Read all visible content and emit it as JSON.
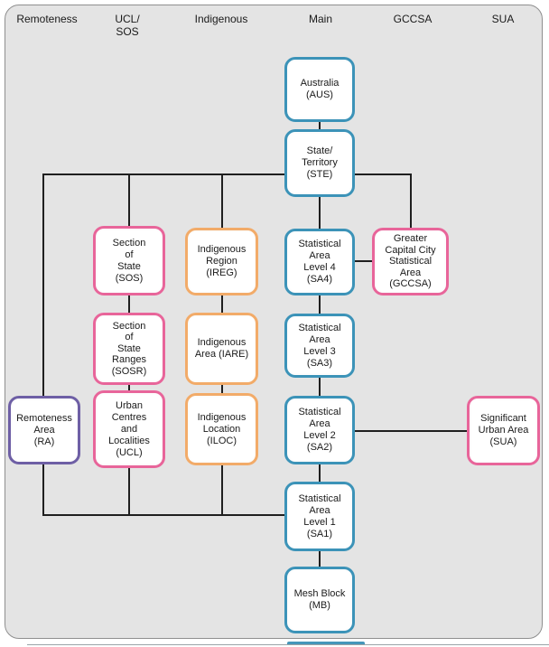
{
  "headers": {
    "remoteness": "Remoteness",
    "ucl_sos": "UCL/\nSOS",
    "indigenous": "Indigenous",
    "main": "Main",
    "gccsa": "GCCSA",
    "sua": "SUA"
  },
  "boxes": {
    "aus": "Australia\n(AUS)",
    "ste": "State/\nTerritory\n(STE)",
    "sa4": "Statistical\nArea\nLevel 4\n(SA4)",
    "sa3": "Statistical\nArea\nLevel 3\n(SA3)",
    "sa2": "Statistical\nArea\nLevel 2\n(SA2)",
    "sa1": "Statistical\nArea\nLevel 1\n(SA1)",
    "mb": "Mesh Block\n(MB)",
    "gccsa": "Greater\nCapital City\nStatistical\nArea\n(GCCSA)",
    "sua": "Significant\nUrban Area\n(SUA)",
    "sos": "Section\nof\nState\n(SOS)",
    "sosr": "Section\nof\nState\nRanges\n(SOSR)",
    "ucl": "Urban\nCentres\nand\nLocalities\n(UCL)",
    "ireg": "Indigenous\nRegion\n(IREG)",
    "iare": "Indigenous\nArea (IARE)",
    "iloc": "Indigenous\nLocation\n(ILOC)",
    "ra": "Remoteness\nArea\n(RA)"
  },
  "colors": {
    "main_hierarchy_blue": "#3c93b8",
    "gccsa_sua_ucl_sos_pink": "#e8659a",
    "indigenous_orange": "#f2ab69",
    "remoteness_purple": "#6e5fa5",
    "panel_background": "#e4e4e4",
    "connector_line": "#1f1f1f"
  }
}
